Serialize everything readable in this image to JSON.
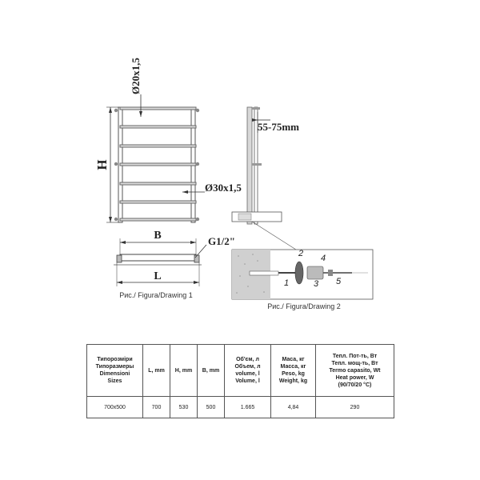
{
  "drawing1": {
    "label_pipe": "Ø20x1,5",
    "label_height": "H",
    "label_side_pipe": "Ø30x1,5",
    "label_width_b": "B",
    "label_thread": "G1/2\"",
    "label_length_l": "L",
    "caption": "Рис./ Figura/Drawing 1"
  },
  "drawing2": {
    "label_offset": "55-75mm",
    "parts": [
      "1",
      "2",
      "3",
      "4",
      "5"
    ],
    "caption": "Рис./ Figura/Drawing 2"
  },
  "table": {
    "headers": [
      [
        "Типорозміри",
        "Типоразмеры",
        "Dimensioni",
        "Sizes"
      ],
      [
        "L, mm"
      ],
      [
        "H, mm"
      ],
      [
        "B, mm"
      ],
      [
        "Об'єм, л",
        "Объем, л",
        "volume, l",
        "Volume, l"
      ],
      [
        "Маса, кг",
        "Масса, кг",
        "Peso, kg",
        "Weight, kg"
      ],
      [
        "Тепл. Пот-ть, Вт",
        "Тепл. мощ-ть, Вт",
        "Termo capasito, Wt",
        "Heat power, W",
        "(90/70/20 °C)"
      ]
    ],
    "rows": [
      [
        "700x500",
        "700",
        "530",
        "500",
        "1.665",
        "4,84",
        "290"
      ]
    ]
  }
}
